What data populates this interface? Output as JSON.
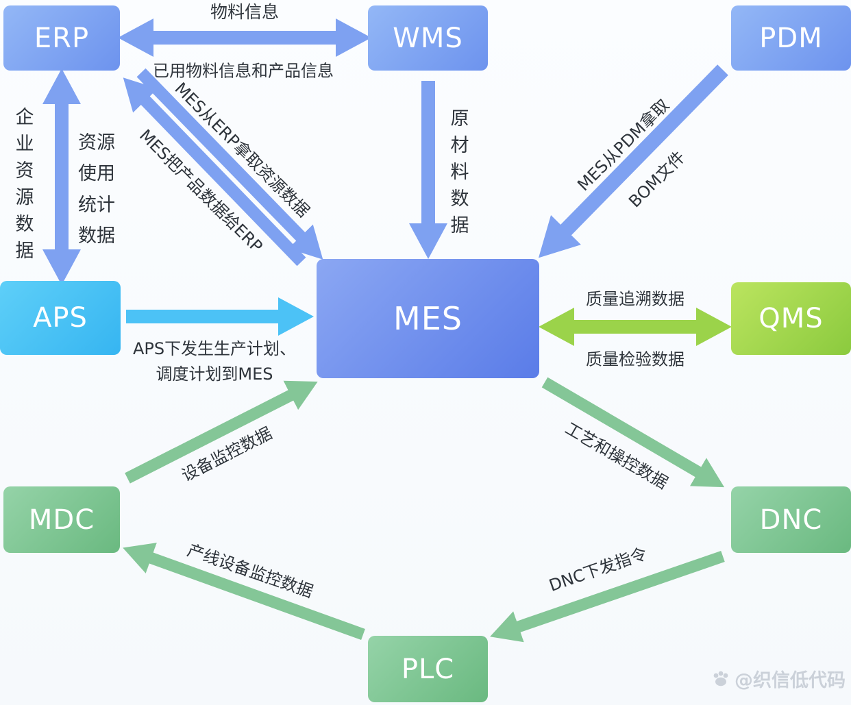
{
  "nodes": {
    "erp": "ERP",
    "wms": "WMS",
    "pdm": "PDM",
    "aps": "APS",
    "mes": "MES",
    "qms": "QMS",
    "mdc": "MDC",
    "dnc": "DNC",
    "plc": "PLC"
  },
  "edge_labels": {
    "material_info": "物料信息",
    "used_material_info": "已用物料信息和产品信息",
    "enterprise_resource_data": "企业资源数据",
    "resource_usage_stats": "资源\n使用\n统计\n数据",
    "mes_fetch_from_erp": "MES从ERP拿取资源数据",
    "mes_give_to_erp": "MES把产品数据给ERP",
    "raw_material_data": "原材料数据",
    "mes_fetch_from_pdm": "MES从PDM拿取",
    "bom_file": "BOM文件",
    "aps_dispatch": "APS下发生生产计划、\n调度计划到MES",
    "quality_trace_data": "质量追溯数据",
    "quality_inspection_data": "质量检验数据",
    "device_monitoring_data": "设备监控数据",
    "process_control_data": "工艺和操控数据",
    "dnc_command": "DNC下发指令",
    "line_device_monitoring_data": "产线设备监控数据"
  },
  "watermark": "@织信低代码",
  "colors": {
    "arrow_blue": "#7ea1f1",
    "arrow_cyan": "#4cc2f6",
    "arrow_lime": "#9bd34a",
    "arrow_green": "#84c697",
    "node_blue": "#6d93ee",
    "node_mes": "#5a7ce8",
    "node_cyan": "#36b5f1",
    "node_lime": "#8bca3e",
    "node_green": "#6ab980"
  }
}
